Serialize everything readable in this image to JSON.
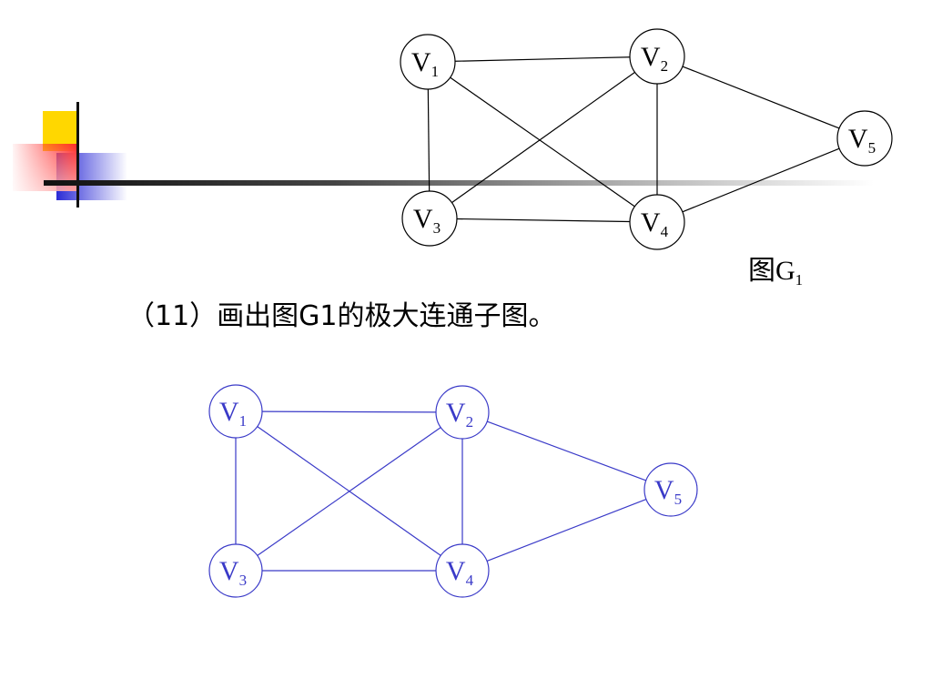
{
  "question": {
    "number": "（11）",
    "text": "画出图G1的极大连通子图。"
  },
  "figure_caption": {
    "main": "图G",
    "sub": "1"
  },
  "graph_original": {
    "color": "#000000",
    "nodes": [
      {
        "id": "v1",
        "label": "V",
        "sub": "1"
      },
      {
        "id": "v2",
        "label": "V",
        "sub": "2"
      },
      {
        "id": "v3",
        "label": "V",
        "sub": "3"
      },
      {
        "id": "v4",
        "label": "V",
        "sub": "4"
      },
      {
        "id": "v5",
        "label": "V",
        "sub": "5"
      }
    ],
    "edges": [
      [
        "V1",
        "V2"
      ],
      [
        "V1",
        "V3"
      ],
      [
        "V1",
        "V4"
      ],
      [
        "V2",
        "V3"
      ],
      [
        "V2",
        "V4"
      ],
      [
        "V2",
        "V5"
      ],
      [
        "V3",
        "V4"
      ],
      [
        "V4",
        "V5"
      ]
    ]
  },
  "graph_answer": {
    "color": "#3a3ac8",
    "nodes": [
      {
        "id": "v1",
        "label": "V",
        "sub": "1"
      },
      {
        "id": "v2",
        "label": "V",
        "sub": "2"
      },
      {
        "id": "v3",
        "label": "V",
        "sub": "3"
      },
      {
        "id": "v4",
        "label": "V",
        "sub": "4"
      },
      {
        "id": "v5",
        "label": "V",
        "sub": "5"
      }
    ],
    "edges": [
      [
        "V1",
        "V2"
      ],
      [
        "V1",
        "V3"
      ],
      [
        "V1",
        "V4"
      ],
      [
        "V2",
        "V3"
      ],
      [
        "V2",
        "V4"
      ],
      [
        "V2",
        "V5"
      ],
      [
        "V3",
        "V4"
      ],
      [
        "V4",
        "V5"
      ]
    ]
  },
  "decoration_colors": {
    "yellow": "#ffd700",
    "red": "#ff2d2d",
    "blue": "#2b2bd6",
    "line": "#111111"
  }
}
